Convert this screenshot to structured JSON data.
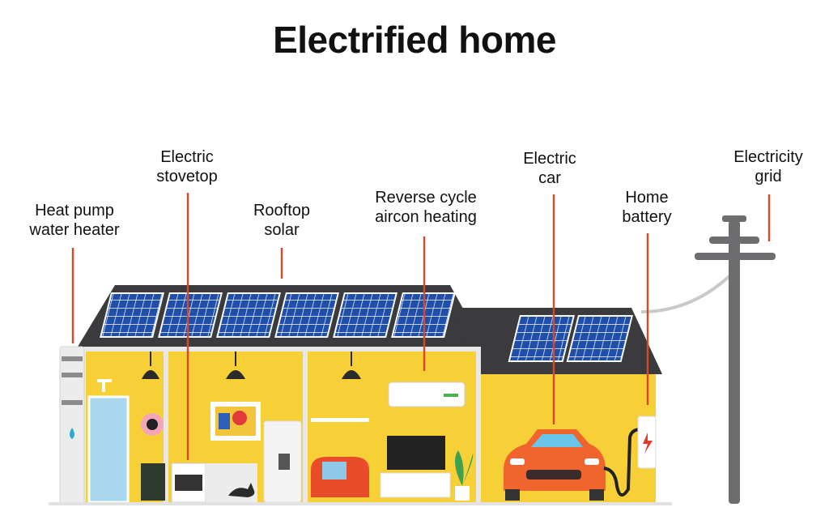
{
  "title": "Electrified home",
  "labels": {
    "heat_pump": [
      "Heat pump",
      "water heater"
    ],
    "stovetop": [
      "Electric",
      "stovetop"
    ],
    "solar": [
      "Rooftop",
      "solar"
    ],
    "aircon": [
      "Reverse cycle",
      "aircon heating"
    ],
    "car": [
      "Electric",
      "car"
    ],
    "battery": [
      "Home",
      "battery"
    ],
    "grid": [
      "Electricity",
      "grid"
    ]
  },
  "colors": {
    "wall_yellow": "#f7d038",
    "roof_dark": "#3b3b3d",
    "solar_blue": "#1f4fa8",
    "leader_red": "#d9482b",
    "car_orange": "#f0642e",
    "pole_gray": "#6d6d70"
  }
}
